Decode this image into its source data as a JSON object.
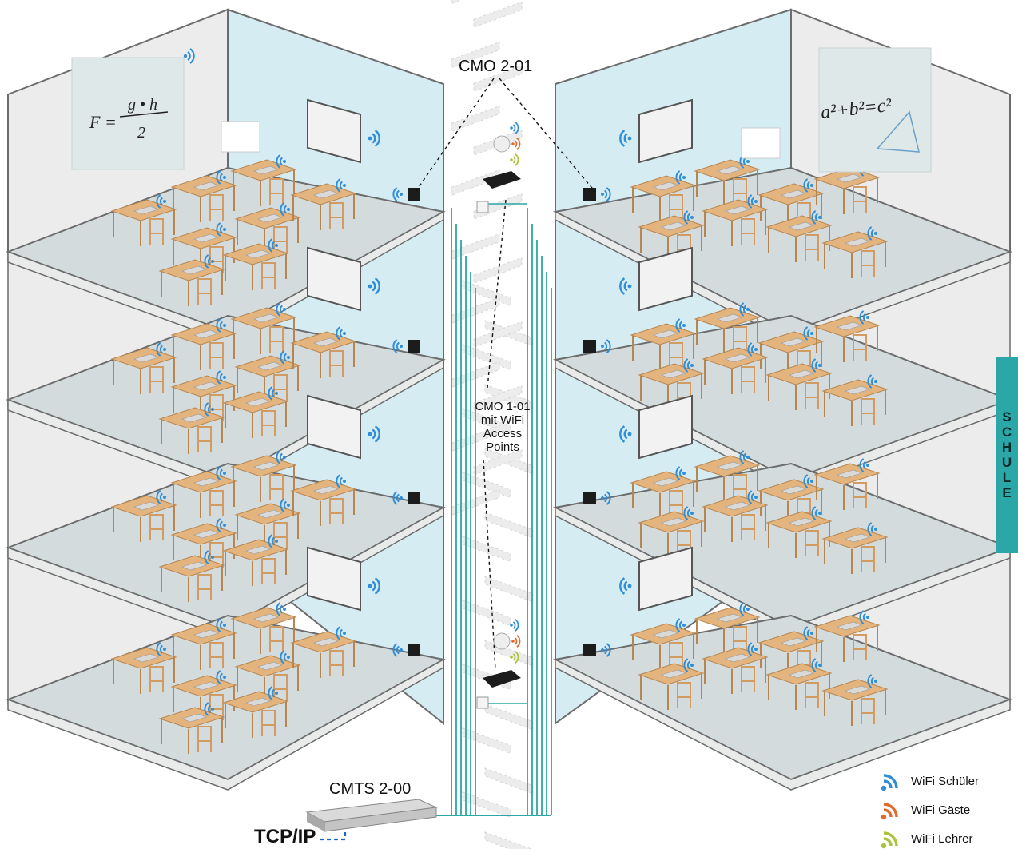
{
  "labels": {
    "cmo_2_01": "CMO 2-01",
    "cmo_1_01_line1": "CMO 1-01",
    "cmo_1_01_line2": "mit WiFi",
    "cmo_1_01_line3": "Access",
    "cmo_1_01_line4": "Points",
    "cmts": "CMTS 2-00",
    "tcp_ip": "TCP/IP",
    "formula_left": "F =",
    "formula_num": "g • h",
    "formula_den": "2",
    "formula_right": "a²+b²=c²"
  },
  "side_tab": {
    "letters": [
      "S",
      "C",
      "H",
      "U",
      "L",
      "E"
    ],
    "color": "#2aa7a6"
  },
  "legend": [
    {
      "label": "WiFi Schüler",
      "color": "#2f8ed8",
      "icon": "wifi-icon"
    },
    {
      "label": "WiFi Gäste",
      "color": "#e06a2b",
      "icon": "wifi-icon"
    },
    {
      "label": "WiFi Lehrer",
      "color": "#a9c33a",
      "icon": "wifi-icon"
    }
  ],
  "colors": {
    "cable": "#2aa7a6",
    "wall_back": "#d6ecf3",
    "floor": "#d3dbdc",
    "slab": "#e9ebeb",
    "frame": "#6c6c6c",
    "desk": "#e3b47e",
    "wifi_blue": "#2f8ed8"
  }
}
